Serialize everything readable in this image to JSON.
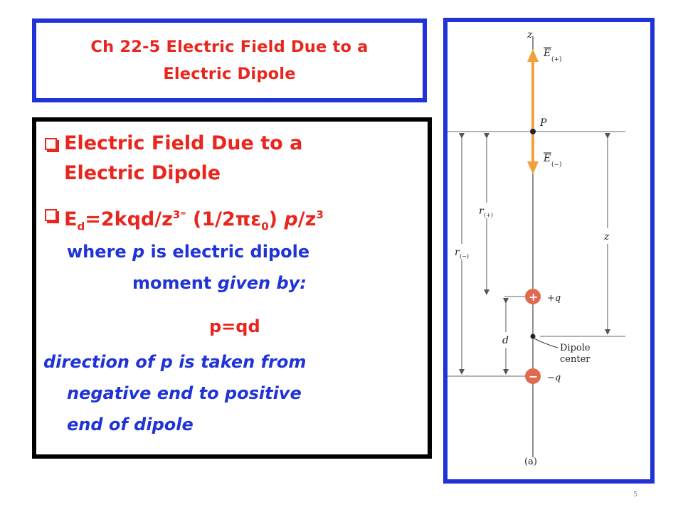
{
  "title": {
    "line1": "Ch 22-5 Electric Field Due to a",
    "line2": "Electric Dipole"
  },
  "content": {
    "bullet1": {
      "line1": "Electric Field Due to a",
      "line2": "Electric Dipole"
    },
    "bullet2": {
      "e": "E",
      "d_sub": "d",
      "expr1": "=2kqd/z",
      "exp1": "3",
      "eq": "=",
      "expr2": " (1/2",
      "pi": "π",
      "eps": "ε",
      "zero": "0",
      "expr3": ") ",
      "p": "p",
      "expr4": "/z",
      "exp2": "3"
    },
    "where": {
      "pre": "where ",
      "p": "p",
      "mid": " is electric dipole",
      "line2_a": "moment ",
      "line2_b": "given by:"
    },
    "formula": "p=qd",
    "direction": {
      "line1": "direction of p is taken from",
      "line2": "negative end to positive",
      "line3": "end of dipole"
    }
  },
  "diagram": {
    "z_axis": "z",
    "point": "P",
    "e_plus": "E",
    "e_plus_sub": "(+)",
    "e_minus": "E",
    "e_minus_sub": "(−)",
    "r_plus": "r",
    "r_plus_sub": "(+)",
    "r_minus": "r",
    "r_minus_sub": "(−)",
    "z_dim": "z",
    "d_dim": "d",
    "plus_charge": "+q",
    "minus_charge": "−q",
    "plus_sign": "+",
    "minus_sign": "−",
    "dipole_line1": "Dipole",
    "dipole_line2": "center",
    "caption": "(a)"
  },
  "slide_number": "5",
  "colors": {
    "blue": "#1f33d6",
    "red": "#e8261e",
    "arrow": "#f2a03a",
    "charge": "#e0694f"
  }
}
